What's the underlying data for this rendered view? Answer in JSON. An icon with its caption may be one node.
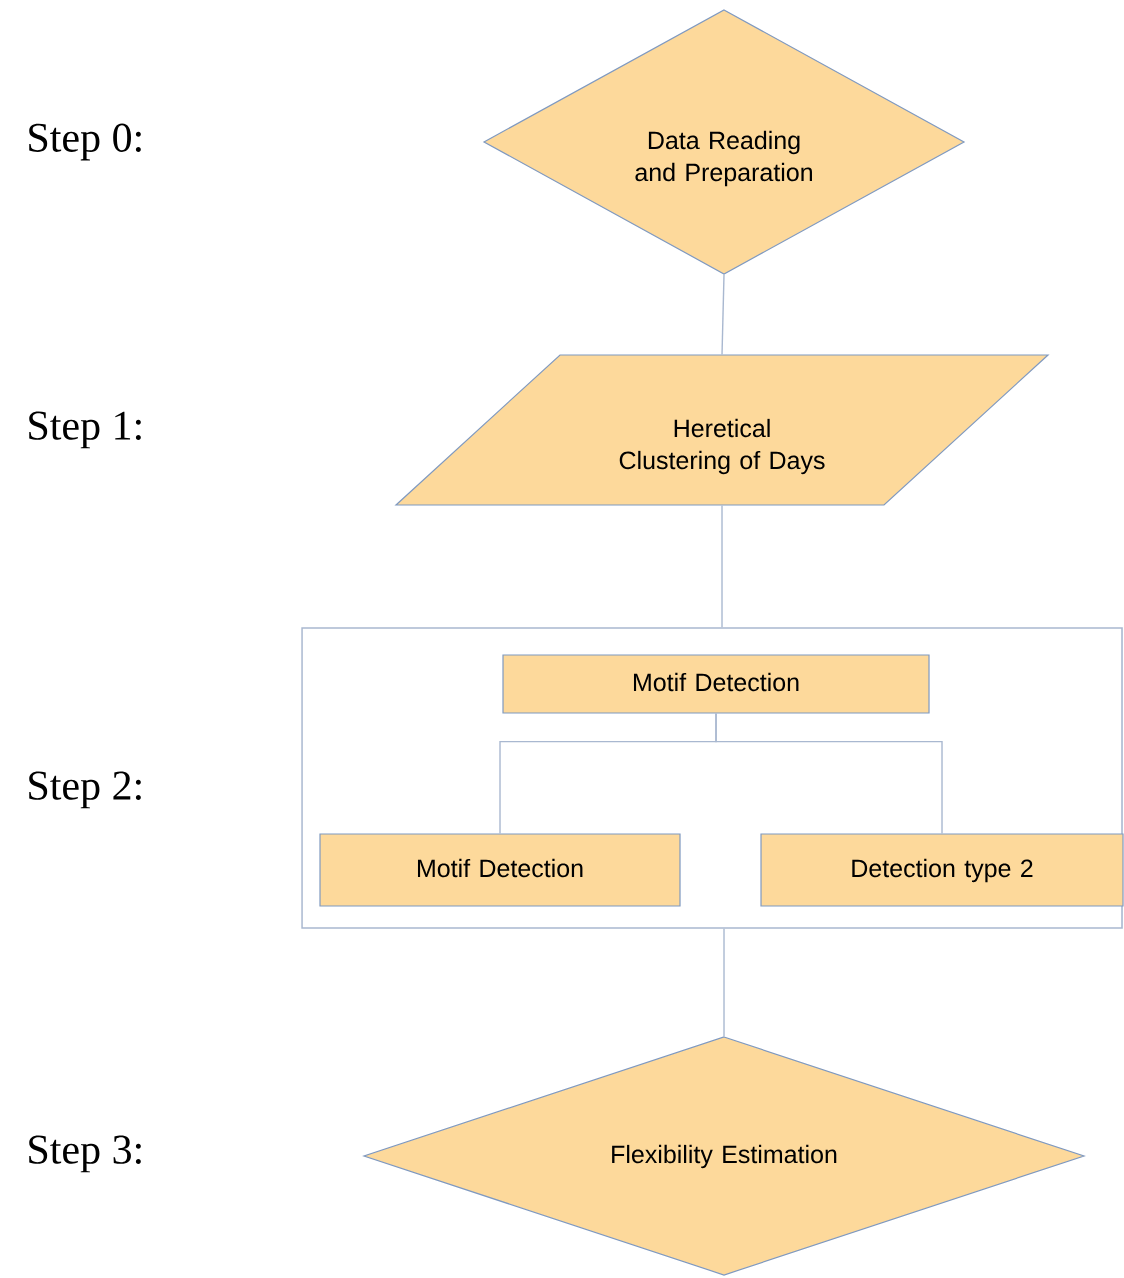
{
  "diagram": {
    "nodes": [
      {
        "text": [
          "Data Reading and Preparation"
        ]
      },
      {
        "text": [
          "Heretical Clustering of Days"
        ]
      },
      {
        "text": [],
        "shape": "box"
      },
      {
        "text": [
          "Motif Detection"
        ],
        "in": 2
      },
      {
        "text": [
          "Motif Detection"
        ],
        "in": 2
      },
      {
        "text": [
          "Detection type 2"
        ],
        "in": 2
      },
      {
        "text": [
          "Flexibility Estimation"
        ]
      }
    ],
    "edges": [
      {
        "from": 0,
        "to": 1,
        "arrow": "none"
      },
      {
        "from": 1,
        "to": 2,
        "arrow": "none"
      },
      {
        "from": 3,
        "to": 4,
        "arrow": "none"
      },
      {
        "from": 3,
        "to": 5,
        "arrow": "none"
      },
      {
        "from": 2,
        "to": 6,
        "arrow": "none"
      }
    ],
    "labels": [
      "Step 0:",
      "Step 1:",
      "Step 2:",
      "Step 3:"
    ]
  }
}
